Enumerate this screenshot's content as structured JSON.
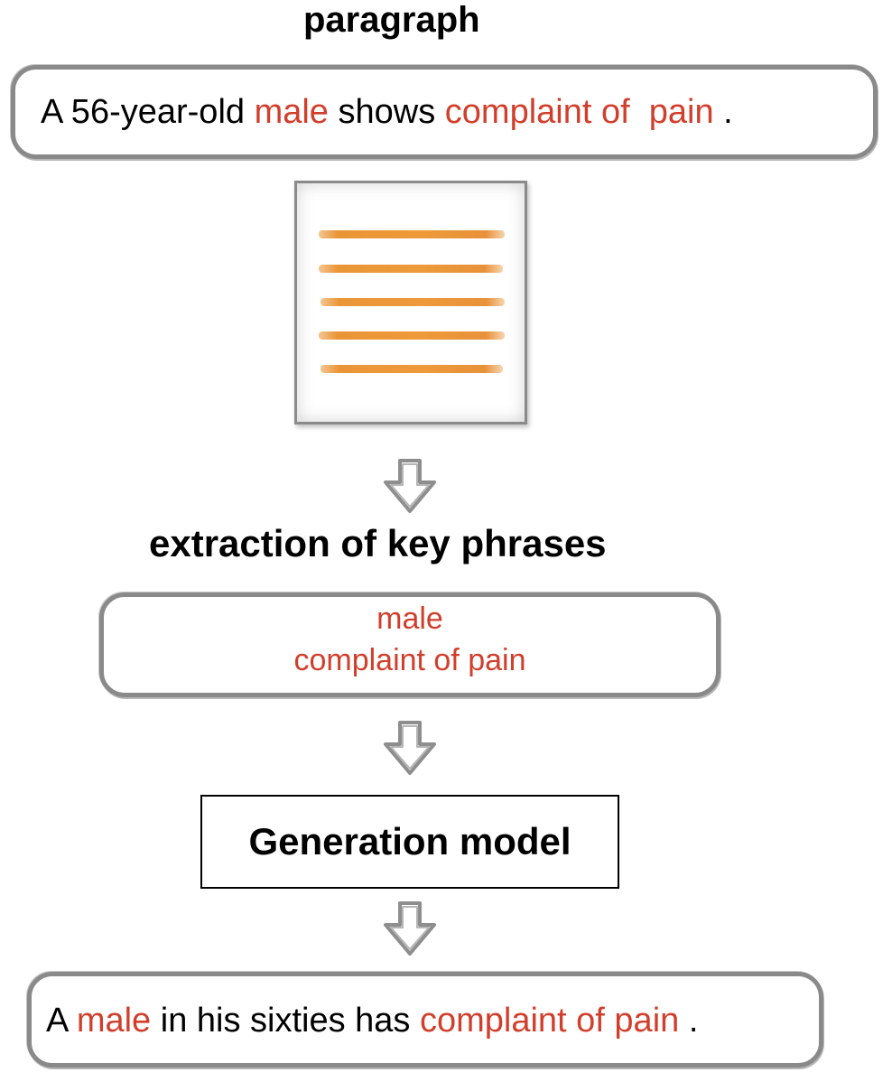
{
  "paragraph_heading": "paragraph",
  "input_sentence": {
    "part1": "A 56-year-old ",
    "highlight1": "male",
    "part2": " shows ",
    "highlight2": "complaint of  pain",
    "part3": " ."
  },
  "extraction_heading": "extraction of key phrases",
  "key_phrases": [
    "male",
    "complaint of pain"
  ],
  "model_label": "Generation model",
  "output_sentence": {
    "part1": "A ",
    "highlight1": "male",
    "part2": " in his sixties has ",
    "highlight2": "complaint of pain",
    "part3": " ."
  },
  "icons": [
    "document-icon",
    "down-arrow-icon"
  ],
  "colors": {
    "highlight": "#d13f2c",
    "box_border": "#8a8a8a",
    "document_lines": "#ea9637"
  }
}
